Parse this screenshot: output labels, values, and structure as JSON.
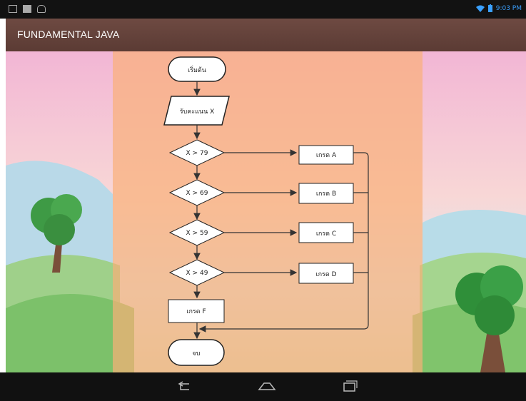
{
  "app": {
    "title": "FUNDAMENTAL JAVA"
  },
  "status": {
    "time": "9:03 PM"
  },
  "flowchart": {
    "start": "เริ่มต้น",
    "input": "รับคะแนน X",
    "conditions": [
      "X > 79",
      "X > 69",
      "X > 59",
      "X > 49"
    ],
    "grades": [
      "เกรด A",
      "เกรด B",
      "เกรด C",
      "เกรด D"
    ],
    "default_grade": "เกรด F",
    "end": "จบ"
  },
  "icons": {
    "status_left": [
      "gallery-icon",
      "video-icon",
      "android-icon"
    ],
    "status_right": [
      "wifi-icon",
      "battery-icon"
    ],
    "nav": [
      "back-icon",
      "home-icon",
      "recents-icon"
    ]
  },
  "colors": {
    "appbar": "#5e3e37",
    "panel": "#f9ae7a",
    "status_time": "#3aa0ff"
  }
}
